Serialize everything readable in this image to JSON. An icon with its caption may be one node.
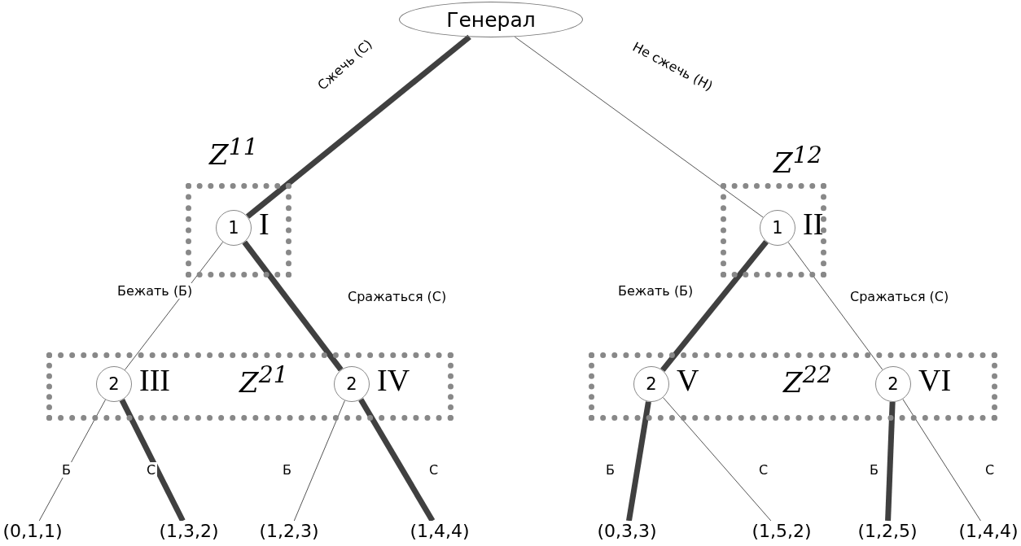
{
  "diagram": {
    "nodes": [
      {
        "text": [
          "Генерал"
        ]
      },
      {
        "text": [
          "Z$^{11}$"
        ]
      },
      {
        "text": [
          "1"
        ],
        "in": 1,
        "beside": [
          "I"
        ]
      },
      {
        "text": [
          "Z$^{12}$"
        ]
      },
      {
        "text": [
          "1"
        ],
        "in": 3,
        "beside": [
          "II"
        ]
      },
      {
        "text": [
          "Z$^{21}$"
        ]
      },
      {
        "text": [
          "2"
        ],
        "in": 5,
        "beside": [
          "III"
        ]
      },
      {
        "text": [
          "2"
        ],
        "in": 5,
        "beside": [
          "IV"
        ]
      },
      {
        "text": [
          "Z$^{22}$"
        ]
      },
      {
        "text": [
          "2"
        ],
        "in": 8,
        "beside": [
          "V"
        ]
      },
      {
        "text": [
          "2"
        ],
        "in": 8,
        "beside": [
          "VI"
        ]
      },
      {
        "text": [
          "(0,1,1)"
        ]
      },
      {
        "text": [
          "(1,3,2)"
        ]
      },
      {
        "text": [
          "(1,2,3)"
        ]
      },
      {
        "text": [
          "(1,4,4)"
        ]
      },
      {
        "text": [
          "(0,3,3)"
        ]
      },
      {
        "text": [
          "(1,5,2)"
        ]
      },
      {
        "text": [
          "(1,2,5)"
        ]
      },
      {
        "text": [
          "(1,4,4)"
        ]
      }
    ],
    "edges": [
      {
        "from": 0,
        "to": 2,
        "arrow": "none",
        "label": "Сжечь (С)",
        "style": "thick"
      },
      {
        "from": 0,
        "to": 4,
        "arrow": "none",
        "label": "Не сжечь (Н)"
      },
      {
        "from": 2,
        "to": 6,
        "arrow": "none",
        "label": "Бежать (Б)"
      },
      {
        "from": 2,
        "to": 7,
        "arrow": "none",
        "label": "Сражаться (С)",
        "style": "thick"
      },
      {
        "from": 4,
        "to": 9,
        "arrow": "none",
        "label": "Бежать (Б)",
        "style": "thick"
      },
      {
        "from": 4,
        "to": 10,
        "arrow": "none",
        "label": "Сражаться (С)"
      },
      {
        "from": 6,
        "to": 11,
        "arrow": "none",
        "label": "Б"
      },
      {
        "from": 6,
        "to": 12,
        "arrow": "none",
        "label": "С",
        "style": "thick"
      },
      {
        "from": 7,
        "to": 13,
        "arrow": "none",
        "label": "Б"
      },
      {
        "from": 7,
        "to": 14,
        "arrow": "none",
        "label": "С",
        "style": "thick"
      },
      {
        "from": 9,
        "to": 15,
        "arrow": "none",
        "label": "Б",
        "style": "thick"
      },
      {
        "from": 9,
        "to": 16,
        "arrow": "none",
        "label": "С"
      },
      {
        "from": 10,
        "to": 17,
        "arrow": "none",
        "label": "Б",
        "style": "thick"
      },
      {
        "from": 10,
        "to": 18,
        "arrow": "none",
        "label": "С"
      }
    ]
  }
}
